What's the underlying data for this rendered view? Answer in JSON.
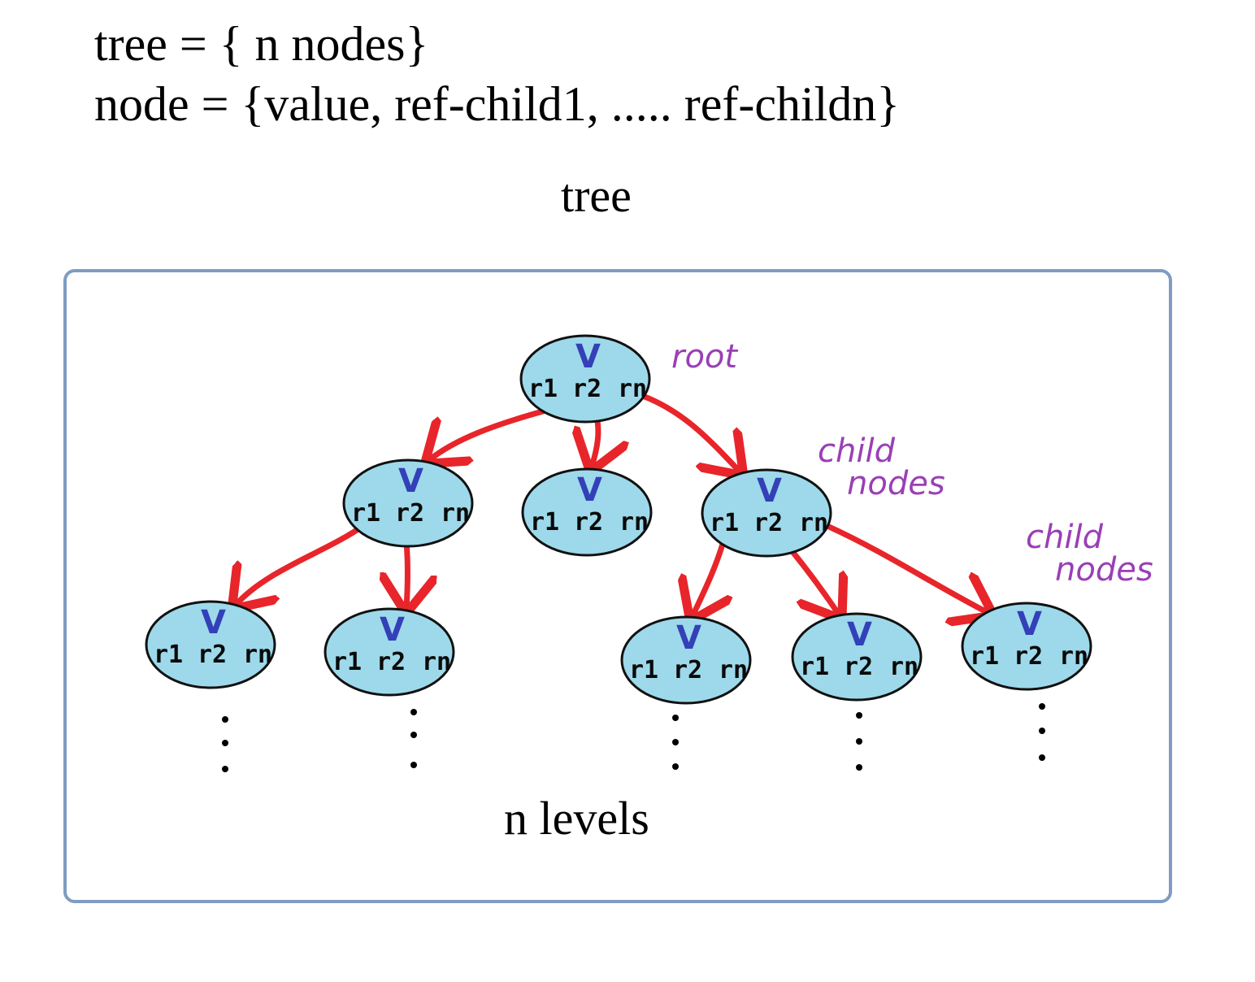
{
  "definitions": {
    "tree_line": "tree = { n nodes}",
    "node_line": "node = {value, ref-child1, ..... ref-childn}"
  },
  "diagram": {
    "title": "tree",
    "footer": "n levels",
    "node_labels": {
      "value": "V",
      "ref1": "r1",
      "ref2": "r2",
      "refn": "rn"
    },
    "annotations": {
      "root": "root",
      "child_nodes_1": [
        "child",
        "nodes"
      ],
      "child_nodes_2": [
        "child",
        "nodes"
      ]
    }
  },
  "colors": {
    "node_fill": "#9dd9ea",
    "edge": "#e8252a",
    "value_text": "#3340b8",
    "annotation": "#9a3fb5",
    "frame_border": "#7e9cc4"
  }
}
